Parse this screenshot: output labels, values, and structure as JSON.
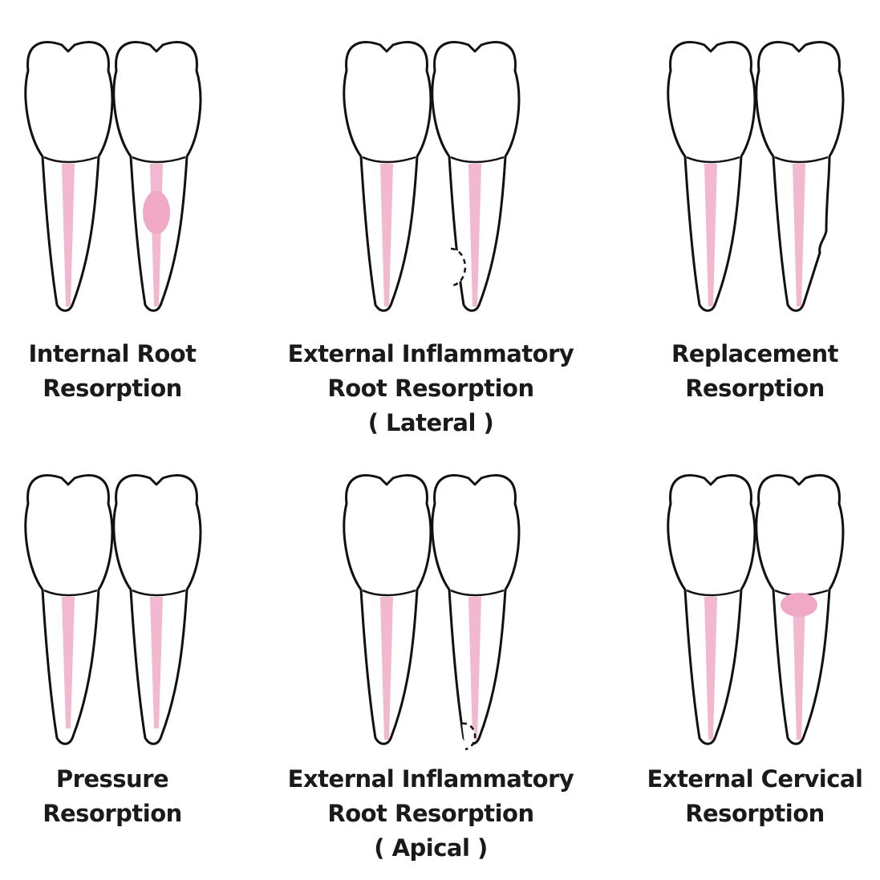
{
  "colors": {
    "outline": "#111111",
    "pulp": "#f2b8cf",
    "lesion": "#f0a9c4",
    "background": "#ffffff"
  },
  "panels": [
    {
      "id": "internal-root-resorption",
      "lines": [
        "Internal Root",
        "Resorption"
      ],
      "defect": "internal-bulge"
    },
    {
      "id": "external-inflammatory-lateral",
      "lines": [
        "External Inflammatory",
        "Root Resorption",
        "( Lateral )"
      ],
      "defect": "lateral-dashed"
    },
    {
      "id": "replacement-resorption",
      "lines": [
        "Replacement",
        "Resorption"
      ],
      "defect": "lateral-notch"
    },
    {
      "id": "pressure-resorption",
      "lines": [
        "Pressure",
        "Resorption"
      ],
      "defect": "blunted-apex"
    },
    {
      "id": "external-inflammatory-apical",
      "lines": [
        "External Inflammatory",
        "Root Resorption",
        "( Apical )"
      ],
      "defect": "apical-dashed"
    },
    {
      "id": "external-cervical-resorption",
      "lines": [
        "External Cervical",
        "Resorption"
      ],
      "defect": "cervical-lesion"
    }
  ]
}
